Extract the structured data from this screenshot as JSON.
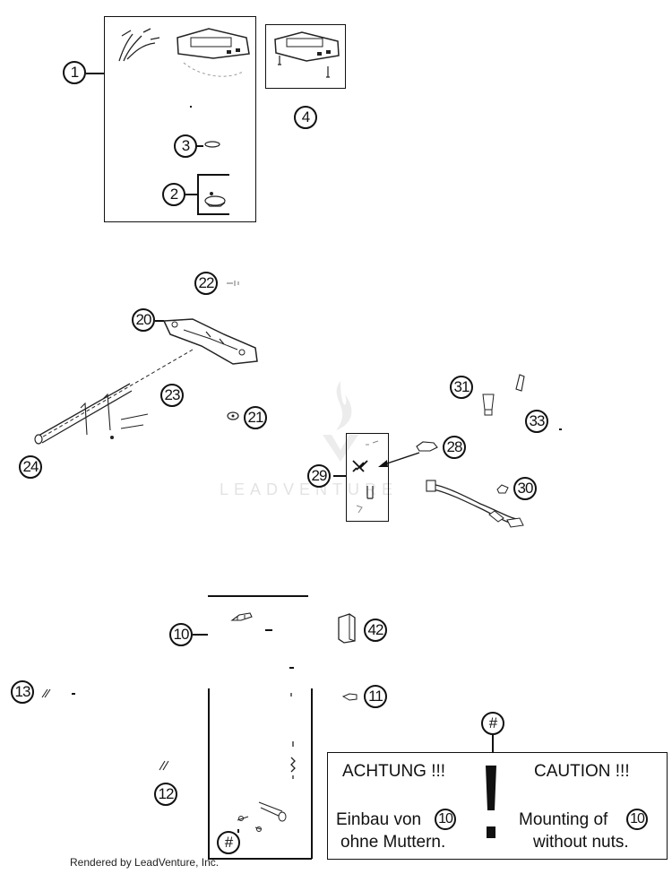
{
  "callouts": {
    "c1": "1",
    "c2": "2",
    "c3": "3",
    "c4": "4",
    "c10": "10",
    "c11": "11",
    "c12": "12",
    "c13": "13",
    "c20": "20",
    "c21": "21",
    "c22": "22",
    "c23": "23",
    "c24": "24",
    "c28": "28",
    "c29": "29",
    "c30": "30",
    "c31": "31",
    "c33": "33",
    "c42": "42",
    "hash_top": "#",
    "hash_bottom": "#"
  },
  "watermark": "LEADVENTURE",
  "notice": {
    "warning_de": "ACHTUNG !!!",
    "warning_en": "CAUTION !!!",
    "text_de_line1": "Einbau von",
    "text_de_line2": "ohne Muttern.",
    "text_en_line1": "Mounting of",
    "text_en_line2": "without nuts.",
    "ref_part": "10",
    "icon": "exclamation-icon"
  },
  "footer": "Rendered by LeadVenture, Inc."
}
